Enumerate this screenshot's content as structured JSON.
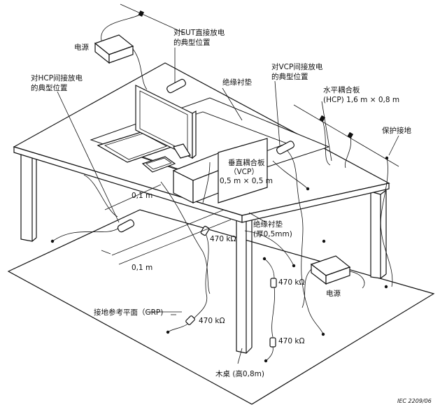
{
  "labels": {
    "power_supply_top": "电源",
    "eut_direct_l1": "对EUT直接放电",
    "eut_direct_l2": "的典型位置",
    "insulation_pad": "绝缘衬垫",
    "vcp_indirect_l1": "对VCP间接放电",
    "vcp_indirect_l2": "的典型位置",
    "hcp_indirect_l1": "对HCP间接放电",
    "hcp_indirect_l2": "的典型位置",
    "hcp_l1": "水平耦合板",
    "hcp_l2": "(HCP) 1,6 m × 0,8 m",
    "protective_earth": "保护接地",
    "vcp_l1": "垂直耦合板",
    "vcp_l2": "（VCP）",
    "vcp_l3": "0,5 m × 0,5 m",
    "dist_top": "0,1 m",
    "dist_bottom": "0,1 m",
    "resistor_1": "470 kΩ",
    "resistor_2": "470 kΩ",
    "resistor_3": "470 kΩ",
    "resistor_4": "470 kΩ",
    "insulation_pad_thick_l1": "绝缘衬垫",
    "insulation_pad_thick_l2": "(厚0,5mm)",
    "power_supply_bottom": "电源",
    "grp": "接地参考平面（GRP)",
    "wooden_table": "木桌 (高0,8m)",
    "source_tag": "IEC   2209/06"
  }
}
